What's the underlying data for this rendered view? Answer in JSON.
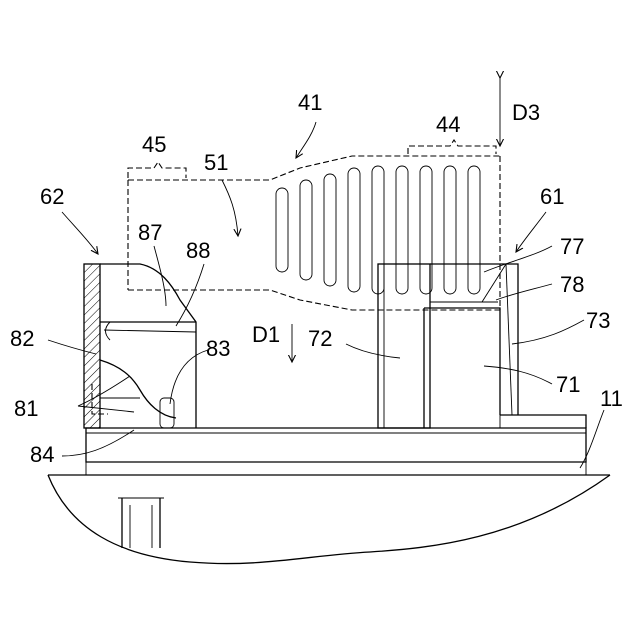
{
  "figure": {
    "labels": {
      "l41": "41",
      "l44": "44",
      "l45": "45",
      "l51": "51",
      "l61": "61",
      "l62": "62",
      "l71": "71",
      "l72": "72",
      "l73": "73",
      "l77": "77",
      "l78": "78",
      "l81": "81",
      "l82": "82",
      "l83": "83",
      "l84": "84",
      "l87": "87",
      "l88": "88",
      "l11": "11",
      "d1": "D1",
      "d3": "D3"
    }
  }
}
